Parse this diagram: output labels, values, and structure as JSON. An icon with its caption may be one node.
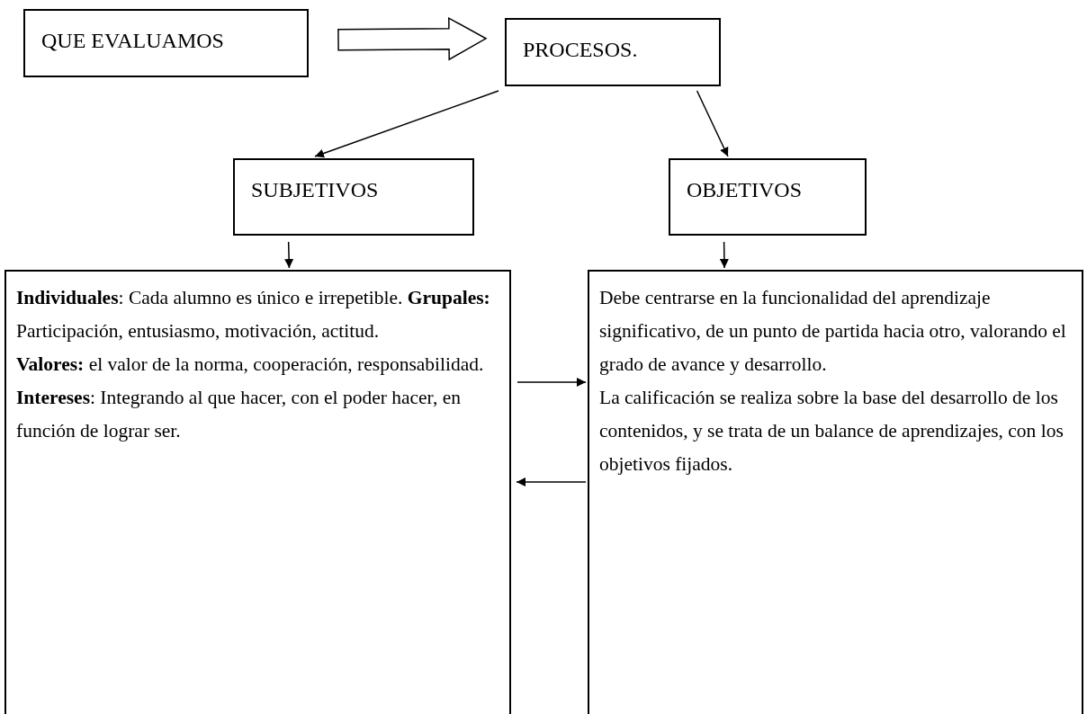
{
  "diagram": {
    "nodes": [
      {
        "text": [
          "QUE EVALUAMOS"
        ]
      },
      {
        "text": [
          "PROCESOS."
        ]
      },
      {
        "text": [
          "SUBJETIVOS"
        ]
      },
      {
        "text": [
          "OBJETIVOS"
        ]
      },
      {
        "text": [
          "**Individuales**: Cada alumno es único e irrepetible. **Grupales:** Participación, entusiasmo, motivación, actitud.",
          "**Valores:** el valor de la norma, cooperación,  responsabilidad.",
          "**Intereses**: Integrando al que hacer, con el poder hacer, en función de lograr ser."
        ]
      },
      {
        "text": [
          "Debe centrarse en la funcionalidad del aprendizaje significativo, de un  punto de partida hacia otro, valorando el grado de avance y desarrollo.",
          "La calificación se realiza sobre la base del desarrollo de los contenidos, y se trata de un balance de aprendizajes, con los objetivos fijados."
        ]
      }
    ],
    "edges": [
      {
        "from": 0,
        "to": 1,
        "arrow": "to",
        "style": "thick"
      },
      {
        "from": 1,
        "to": 2,
        "arrow": "to"
      },
      {
        "from": 1,
        "to": 3,
        "arrow": "to"
      },
      {
        "from": 2,
        "to": 4,
        "arrow": "to"
      },
      {
        "from": 3,
        "to": 5,
        "arrow": "to"
      },
      {
        "from": 4,
        "to": 5,
        "arrow": "to"
      },
      {
        "from": 5,
        "to": 4,
        "arrow": "to"
      }
    ]
  }
}
